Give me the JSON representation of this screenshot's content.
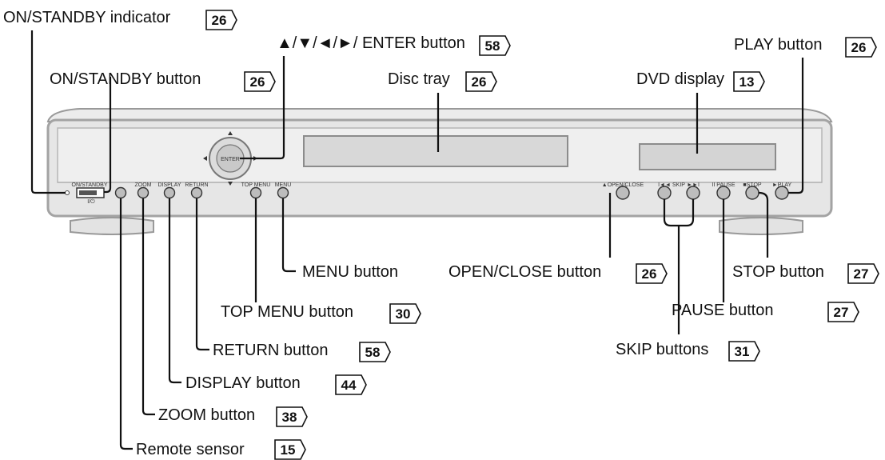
{
  "callouts": {
    "on_standby_indicator": {
      "text": "ON/STANDBY indicator",
      "page": "26"
    },
    "on_standby_button": {
      "text": "ON/STANDBY button",
      "page": "26"
    },
    "enter_button": {
      "text": "▲/▼/◄/►/ ENTER button",
      "page": "58"
    },
    "disc_tray": {
      "text": "Disc tray",
      "page": "26"
    },
    "dvd_display": {
      "text": "DVD display",
      "page": "13"
    },
    "play_button": {
      "text": "PLAY button",
      "page": "26"
    },
    "menu_button": {
      "text": "MENU button",
      "page": ""
    },
    "top_menu_button": {
      "text": "TOP MENU button",
      "page": "30"
    },
    "return_button": {
      "text": "RETURN button",
      "page": "58"
    },
    "display_button": {
      "text": "DISPLAY button",
      "page": "44"
    },
    "zoom_button": {
      "text": "ZOOM button",
      "page": "38"
    },
    "remote_sensor": {
      "text": "Remote sensor",
      "page": "15"
    },
    "open_close_button": {
      "text": "OPEN/CLOSE button",
      "page": "26"
    },
    "stop_button": {
      "text": "STOP button",
      "page": "27"
    },
    "pause_button": {
      "text": "PAUSE button",
      "page": "27"
    },
    "skip_buttons": {
      "text": "SKIP buttons",
      "page": "31"
    }
  },
  "panel_labels": {
    "on_standby": "ON/STANDBY",
    "zoom": "ZOOM",
    "display": "DISPLAY",
    "return": "RETURN",
    "top_menu": "TOP MENU",
    "menu": "MENU",
    "enter": "ENTER",
    "open_close": "▲OPEN/CLOSE",
    "skip_prev": "I◄◄",
    "skip": "SKIP",
    "skip_next": "►►I",
    "pause": "II PAUSE",
    "stop": "■STOP",
    "play": "►PLAY",
    "power_symbol": "I/⏻"
  }
}
